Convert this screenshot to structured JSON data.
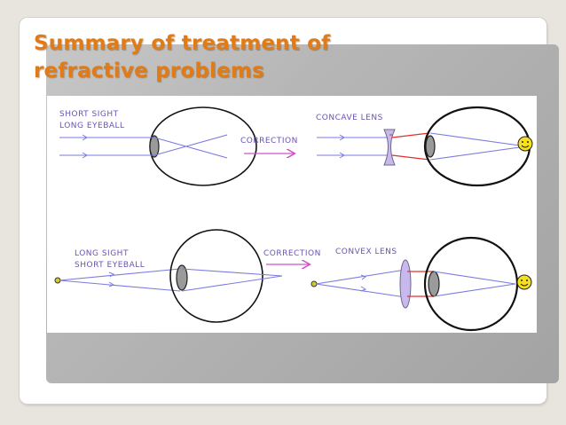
{
  "slide": {
    "title_line1": "Summary of treatment of",
    "title_line2": "refractive problems"
  },
  "diagram": {
    "top": {
      "condition_line1": "SHORT SIGHT",
      "condition_line2": "LONG EYEBALL",
      "correction_label": "CORRECTION",
      "lens_label": "CONCAVE LENS"
    },
    "bottom": {
      "condition_line1": "LONG SIGHT",
      "condition_line2": "SHORT EYEBALL",
      "correction_label": "CORRECTION",
      "lens_label": "CONVEX LENS"
    },
    "icons": [
      "smiley-face-icon",
      "smiley-face-icon",
      "point-source-icon",
      "point-source-icon"
    ],
    "colors": {
      "title": "#e07b17",
      "text": "#6b52b5",
      "rays": "#7a7ae0",
      "correction_arrow": "#cc55cc",
      "lens": "#c9b8ec",
      "red_rays": "#e03030",
      "eye_lens": "#9a9a9a",
      "smiley": "#f6e01c"
    }
  }
}
